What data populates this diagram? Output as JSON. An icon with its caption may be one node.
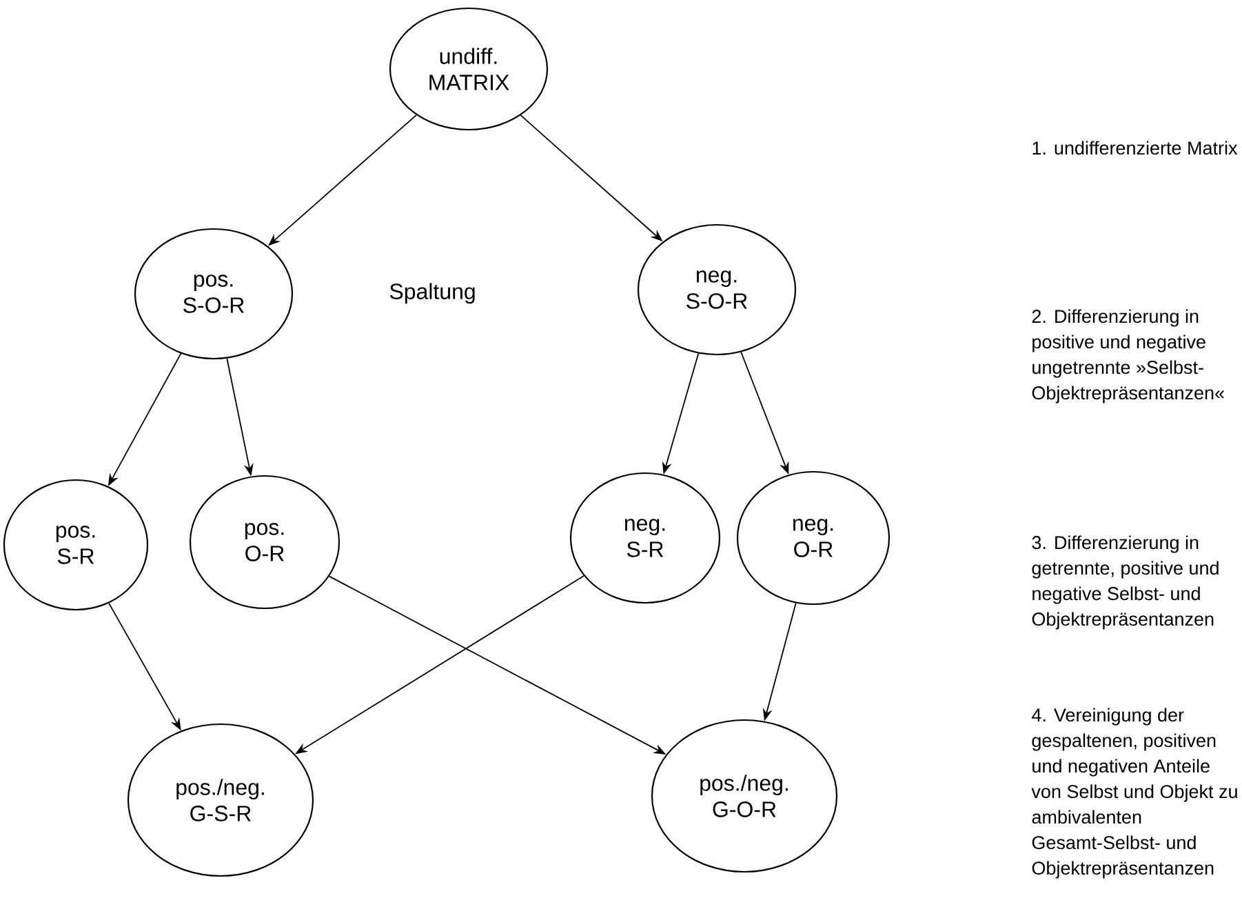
{
  "diagram": {
    "nodes": [
      {
        "text": [
          "undiff. MATRIX"
        ]
      },
      {
        "text": [
          "pos. S-O-R"
        ]
      },
      {
        "text": [
          "neg. S-O-R"
        ]
      },
      {
        "text": [
          "pos. S-R"
        ]
      },
      {
        "text": [
          "pos. O-R"
        ]
      },
      {
        "text": [
          "neg. S-R"
        ]
      },
      {
        "text": [
          "neg. O-R"
        ]
      },
      {
        "text": [
          "pos./neg. G-S-R"
        ]
      },
      {
        "text": [
          "pos./neg. G-O-R"
        ]
      }
    ],
    "edges": [
      {
        "from": 0,
        "to": 1,
        "arrow": "to"
      },
      {
        "from": 0,
        "to": 2,
        "arrow": "to"
      },
      {
        "from": 1,
        "to": 3,
        "arrow": "to"
      },
      {
        "from": 1,
        "to": 4,
        "arrow": "to"
      },
      {
        "from": 2,
        "to": 5,
        "arrow": "to"
      },
      {
        "from": 2,
        "to": 6,
        "arrow": "to"
      },
      {
        "from": 3,
        "to": 7,
        "arrow": "to"
      },
      {
        "from": 5,
        "to": 7,
        "arrow": "to"
      },
      {
        "from": 4,
        "to": 8,
        "arrow": "to"
      },
      {
        "from": 6,
        "to": 8,
        "arrow": "to"
      }
    ],
    "labels": [
      "Spaltung",
      "1. undifferenzierte Matrix",
      "2. Differenzierung in positive und negative ungetrennte »Selbst-Objektrepräsentanzen«",
      "3. Differenzierung in getrennte, positive und negative Selbst- und Objektrepräsentanzen",
      "4. Vereinigung der gespaltenen, positiven und negativen Anteile von Selbst und Objekt zu ambivalenten Gesamt-Selbst- und Objektrepräsentanzen"
    ]
  }
}
